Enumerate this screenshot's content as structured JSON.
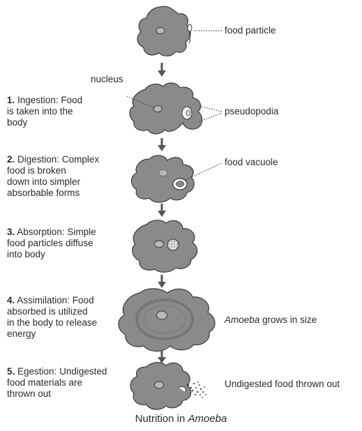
{
  "caption": {
    "prefix": "Nutrition in ",
    "organism": "Amoeba"
  },
  "labels": {
    "food_particle": "food particle",
    "nucleus": "nucleus",
    "pseudopodia": "pseudopodia",
    "food_vacuole": "food vacuole",
    "grows_prefix": "Amoeba",
    "grows_suffix": " grows in size",
    "undigested": "Undigested food thrown out"
  },
  "steps": [
    {
      "number": "1.",
      "lines": [
        "Ingestion: Food",
        "is taken into the",
        "body"
      ]
    },
    {
      "number": "2.",
      "lines": [
        "Digestion: Complex",
        "food is broken",
        "down into simpler",
        "absorbable forms"
      ]
    },
    {
      "number": "3.",
      "lines": [
        "Absorption: Simple",
        "food particles diffuse",
        "into body"
      ]
    },
    {
      "number": "4.",
      "lines": [
        "Assimilation: Food",
        "absorbed is utilized",
        "in the body to release",
        "energy"
      ]
    },
    {
      "number": "5.",
      "lines": [
        "Egestion: Undigested",
        "food materials are",
        "thrown out"
      ]
    }
  ],
  "colors": {
    "cell_fill": "#8a8a8a",
    "cell_stroke": "#3a3a3a",
    "nucleus_fill": "#b8b8b8",
    "arrow": "#555555",
    "text": "#2a2a2a"
  }
}
